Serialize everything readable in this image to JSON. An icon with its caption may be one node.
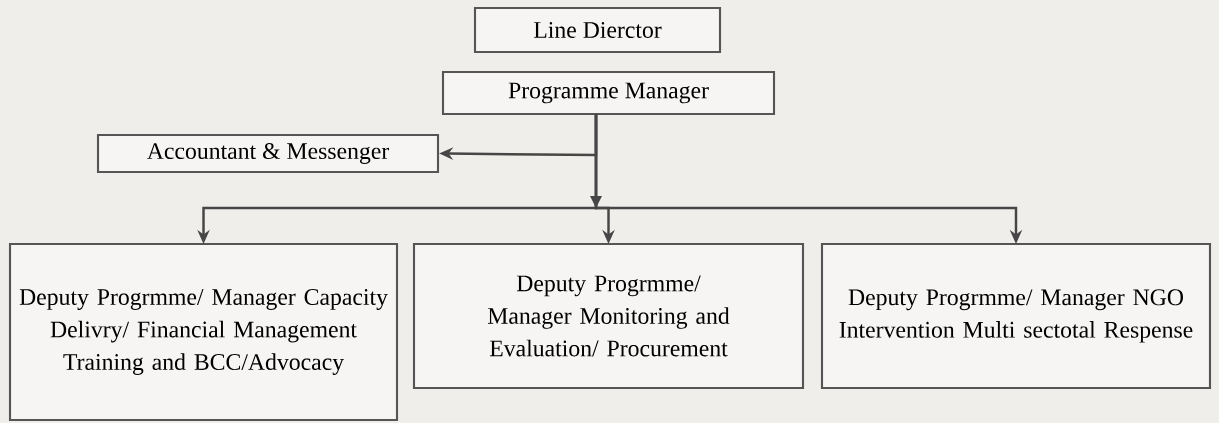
{
  "diagram": {
    "nodes": [
      {
        "text": [
          "Line Dierctor"
        ]
      },
      {
        "text": [
          "Programme Manager"
        ]
      },
      {
        "text": [
          "Accountant & Messenger"
        ]
      },
      {
        "text": [
          "Deputy Progrmme/ Manager Capacity Delivry/ Financial Management Training and BCC/Advocacy"
        ]
      },
      {
        "text": [
          "Deputy Progrmme/ Manager Monitoring and Evaluation/ Procurement"
        ]
      },
      {
        "text": [
          "Deputy Progrmme/ Manager NGO Intervention Multi sectotal Respense"
        ]
      }
    ],
    "edges": [
      {
        "from": 1,
        "to": 2,
        "arrow": "to"
      },
      {
        "from": 1,
        "to": 3,
        "arrow": "to"
      },
      {
        "from": 1,
        "to": 4,
        "arrow": "to"
      },
      {
        "from": 1,
        "to": 5,
        "arrow": "to"
      }
    ]
  }
}
